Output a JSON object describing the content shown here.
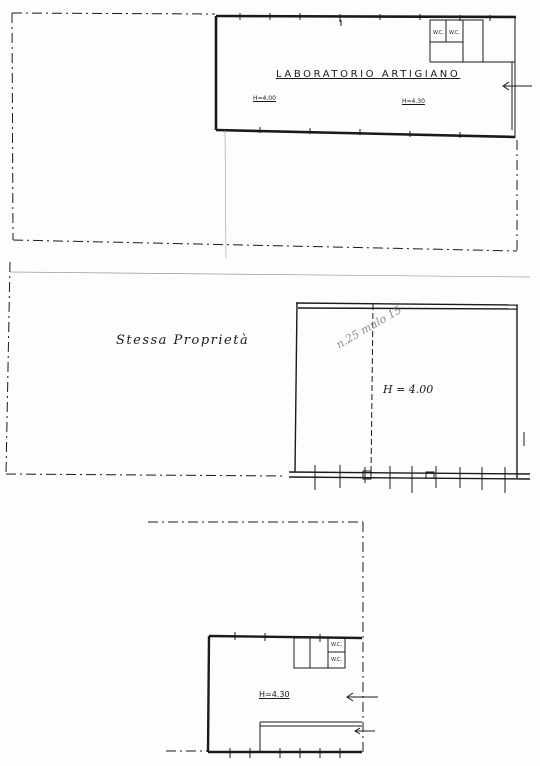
{
  "plan_top": {
    "room_label": "LABORATORIO ARTIGIANO",
    "height_label_left": "H=4.00",
    "height_label_right": "H=4.30",
    "wc_label_1": "W.C.",
    "wc_label_2": "W.C."
  },
  "plan_middle": {
    "property_label": "Stessa Proprietà",
    "height_label": "H = 4.00",
    "handwritten_note": "n.25 mulo 15"
  },
  "plan_bottom": {
    "height_label": "H=4.30",
    "wc_label_1": "W.C.",
    "wc_label_2": "W.C."
  },
  "colors": {
    "ink": "#1a1a1a",
    "faint_ink": "#9a9a9a",
    "paper": "#fdfdfd"
  }
}
